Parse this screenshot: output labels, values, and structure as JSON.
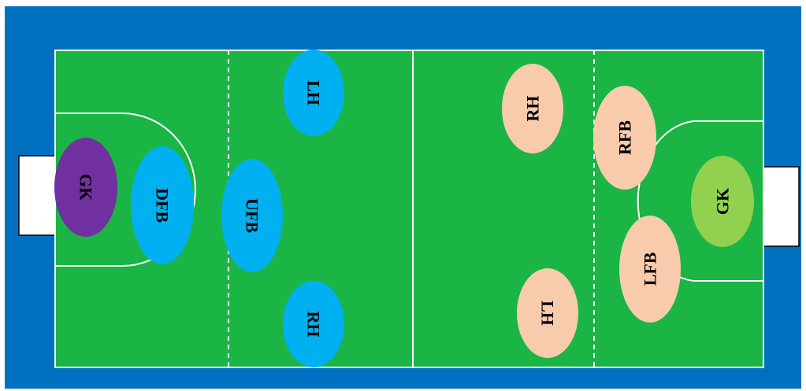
{
  "colors": {
    "surround": "#0070c0",
    "pitch": "#1ab545",
    "lines": "#ffffff",
    "goal_fill": "#ffffff",
    "goal_stroke": "#000000",
    "left_team": "#00b0f0",
    "left_goalkeeper": "#7030a0",
    "right_team": "#f8cbad",
    "right_goalkeeper": "#92d050",
    "label_text": "#000000"
  },
  "players": {
    "left_gk": "GK",
    "left_dfb": "DFB",
    "left_ufb": "UFB",
    "left_lh": "LH",
    "left_rh": "RH",
    "right_gk": "GK",
    "right_rfb": "RFB",
    "right_lfb": "LFB",
    "right_rh": "RH",
    "right_lh": "LH"
  }
}
